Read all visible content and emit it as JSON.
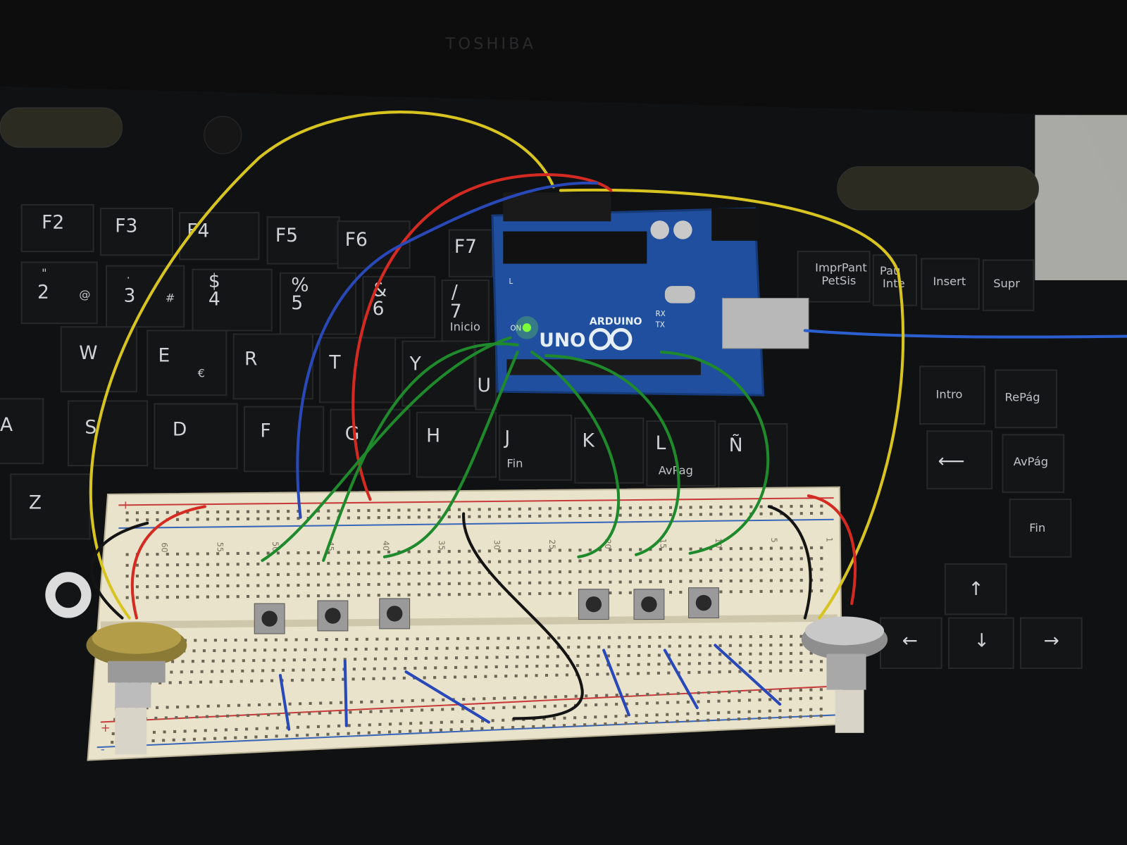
{
  "laptop": {
    "brand": "TOSHIBA",
    "keys": {
      "f2": "F2",
      "f3": "F3",
      "f4": "F4",
      "f5": "F5",
      "f6": "F6",
      "f7": "F7",
      "imprpant": "ImprPant",
      "petsis": "PetSis",
      "pau": "Pau",
      "inte": "Inte",
      "insert": "Insert",
      "supr": "Supr",
      "n2": "2",
      "n3": "3",
      "n4": "4",
      "n5": "5",
      "n6": "6",
      "n7": "7",
      "s2": "\"",
      "s3": "·",
      "s4": "$",
      "s5": "%",
      "s6": "&",
      "s7": "/",
      "at": "@",
      "hash": "#",
      "inicio": "Inicio",
      "w": "W",
      "e": "E",
      "euro": "€",
      "r": "R",
      "t": "T",
      "y": "Y",
      "u": "U",
      "a": "A",
      "s": "S",
      "d": "D",
      "f": "F",
      "g": "G",
      "h": "H",
      "j": "J",
      "k": "K",
      "l": "L",
      "enye": "Ñ",
      "fin_small": "Fin",
      "avpag_small": "AvPag",
      "z": "Z",
      "intro": "Intro",
      "repag": "RePág",
      "avpag": "AvPág",
      "fin": "Fin",
      "up": "↑",
      "left": "←",
      "down": "↓",
      "right": "→",
      "enter_arrow": "⟵"
    }
  },
  "arduino": {
    "model": "UNO",
    "name": "ARDUINO",
    "on_label": "ON",
    "tx": "TX",
    "rx": "RX",
    "l": "L",
    "power_led_color": "#7dff3a",
    "board_color": "#1f4f9e"
  },
  "breadboard": {
    "col_numbers": [
      "60",
      "55",
      "50",
      "45",
      "40",
      "35",
      "30",
      "25",
      "20",
      "15",
      "10",
      "5",
      "1"
    ],
    "rail_plus": "+",
    "rail_minus": "-"
  },
  "wire_colors": {
    "yellow": "#d8c420",
    "red": "#d42a22",
    "blue": "#2a49b8",
    "green": "#1f8a2c",
    "black": "#141414",
    "usb": "#2b5fd0"
  }
}
